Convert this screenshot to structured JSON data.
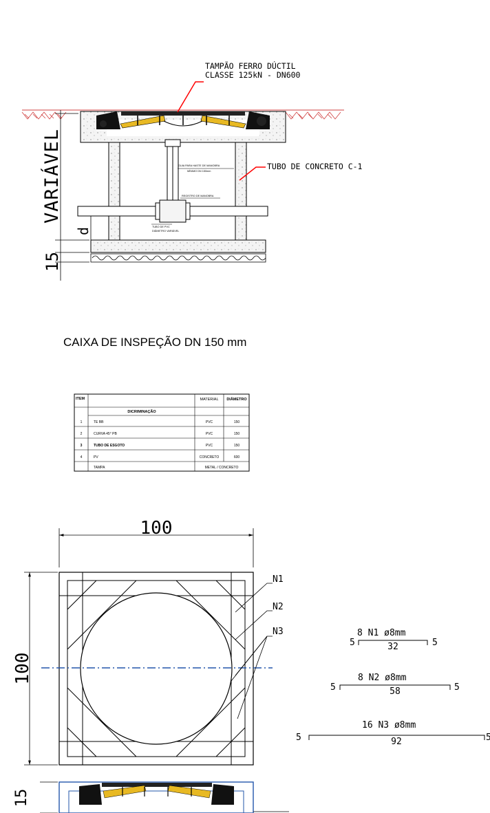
{
  "section": {
    "label_tampao_line1": "TAMPÃO FERRO DÚCTIL",
    "label_tampao_line2": "CLASSE 125kN - DN600",
    "label_tubo": "TUBO DE CONCRETO C-1",
    "label_guia_line1": "GUIA PARA HASTE DE MANOBRA",
    "label_guia_line2": "MÍNIMO DN 150mm",
    "label_registro": "REGISTRO DE MANOBRA",
    "label_pvc_line1": "TUBO DE PVC",
    "label_pvc_line2": "DIÂMETRO VARIÁVEL",
    "dim_variavel": "VARIÁVEL",
    "dim_15": "15",
    "dim_d": "d"
  },
  "title": "CAIXA DE INSPEÇÃO DN 150 mm",
  "table": {
    "headers": {
      "item": "ITEM",
      "material": "MATERIAL",
      "diametro": "DIÂMETRO",
      "descricao": "DICRIMINAÇÃO"
    },
    "rows": [
      {
        "item": "1",
        "desc": "TE BB",
        "material": "PVC",
        "diam": "150"
      },
      {
        "item": "2",
        "desc": "CURVA 45° PB",
        "material": "PVC",
        "diam": "150"
      },
      {
        "item": "3",
        "desc": "TUBO DE ESGOTO",
        "material": "PVC",
        "diam": "150"
      },
      {
        "item": "4",
        "desc": "PV",
        "material": "CONCRETO",
        "diam": "600"
      },
      {
        "item": "",
        "desc": "TAMPA",
        "material": "METAL / CONCRETO",
        "diam": ""
      }
    ]
  },
  "plan": {
    "dim_width": "100",
    "dim_height": "100",
    "dim_bottom": "15",
    "label_n1": "N1",
    "label_n2": "N2",
    "label_n3": "N3"
  },
  "rebar": [
    {
      "spec": "8  N1  ø8mm",
      "length": "32",
      "hook_left": "5",
      "hook_right": "5"
    },
    {
      "spec": "8  N2  ø8mm",
      "length": "58",
      "hook_left": "5",
      "hook_right": "5"
    },
    {
      "spec": "16  N3  ø8mm",
      "length": "92",
      "hook_left": "5",
      "hook_right": "5"
    }
  ],
  "colors": {
    "ink": "#000000",
    "leader_red": "#ff0000",
    "axis_blue": "#2255aa",
    "casting_yellow": "#e8b923",
    "soil_red": "#d04040",
    "concrete_fill": "#f2f2f2"
  }
}
